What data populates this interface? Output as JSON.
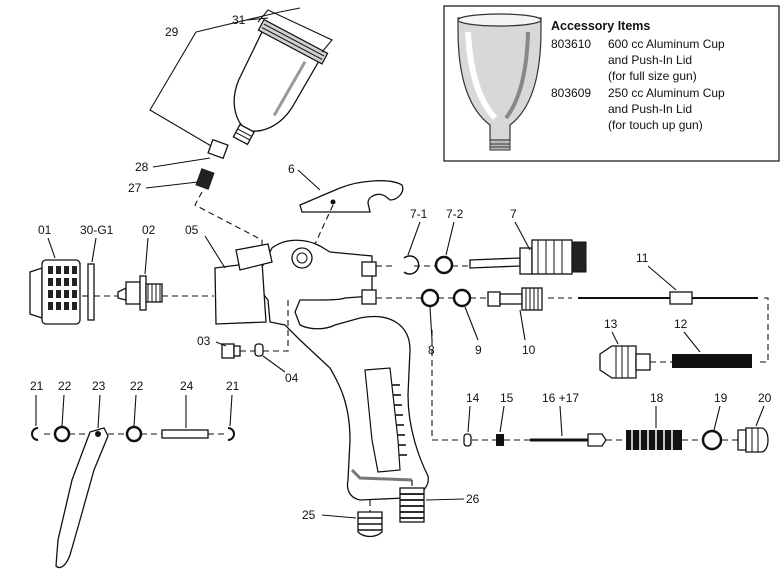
{
  "accessory": {
    "title": "Accessory Items",
    "items": [
      {
        "part_no": "803610",
        "lines": [
          "600 cc Aluminum Cup",
          "and Push-In Lid",
          "(for full size gun)"
        ]
      },
      {
        "part_no": "803609",
        "lines": [
          "250 cc Aluminum Cup",
          "and Push-In Lid",
          "(for touch up gun)"
        ]
      }
    ]
  },
  "callouts": {
    "c29": "29",
    "c31": "31",
    "c28": "28",
    "c27": "27",
    "c6": "6",
    "c71": "7-1",
    "c72": "7-2",
    "c7": "7",
    "c01": "01",
    "c30": "30-G1",
    "c02": "02",
    "c05": "05",
    "c11": "11",
    "c8": "8",
    "c9": "9",
    "c10": "10",
    "c13": "13",
    "c12": "12",
    "c03": "03",
    "c04": "04",
    "c21a": "21",
    "c22a": "22",
    "c23": "23",
    "c22b": "22",
    "c24": "24",
    "c21b": "21",
    "c14": "14",
    "c15": "15",
    "c1617": "16 +17",
    "c18": "18",
    "c19": "19",
    "c20": "20",
    "c25": "25",
    "c26": "26"
  }
}
